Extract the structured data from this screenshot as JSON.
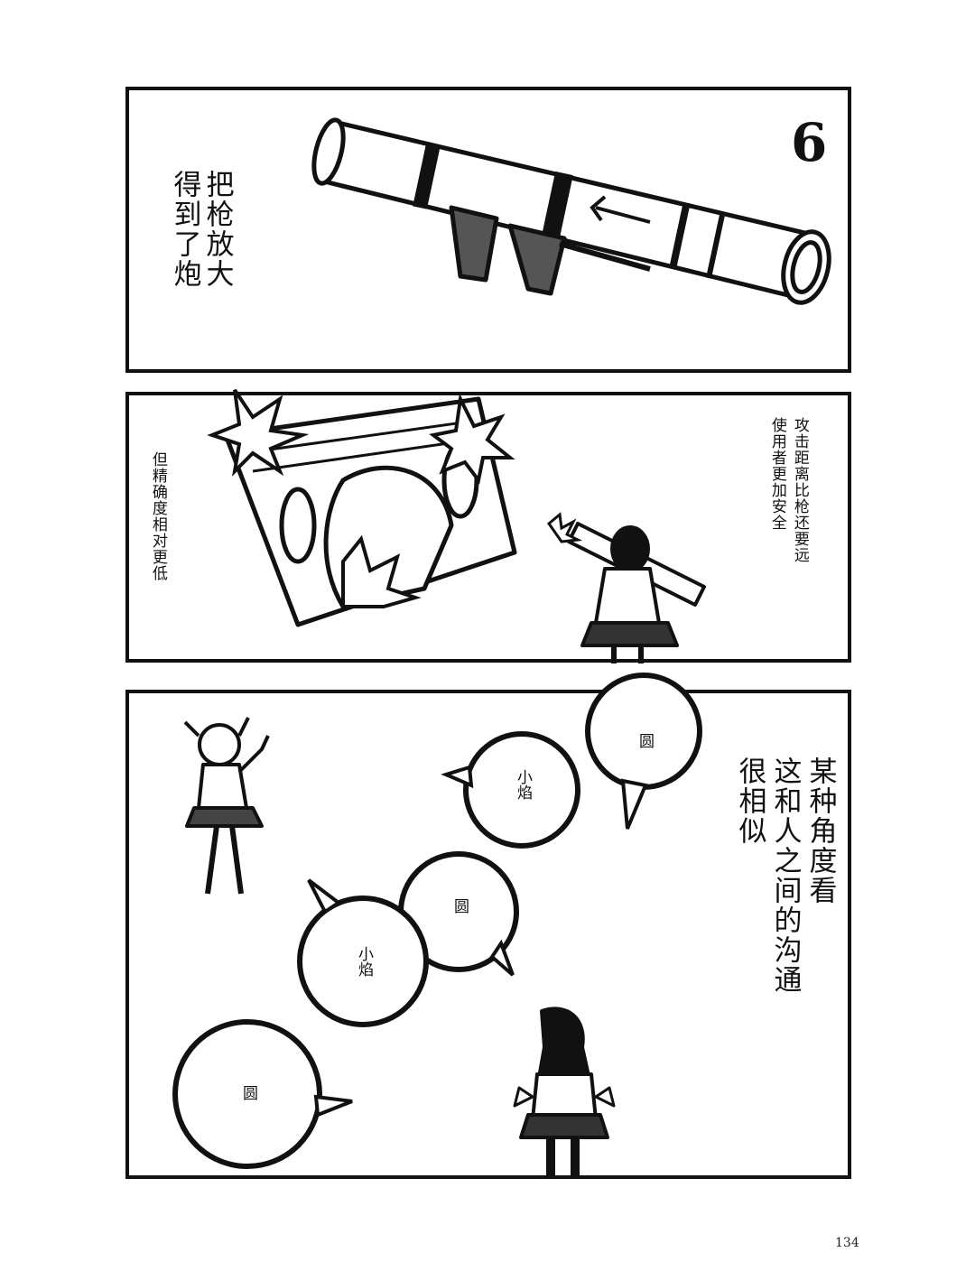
{
  "panel1": {
    "chapter_number": "6",
    "caption": [
      "把枪放大",
      "得到了炮"
    ]
  },
  "panel2": {
    "caption_right": [
      "攻击距离比枪还要远",
      "使用者更加安全"
    ],
    "caption_left": "但精确度相对更低"
  },
  "panel3": {
    "caption": [
      "某种角度看",
      "这和人之间的沟通",
      "很相似"
    ],
    "bubbles": [
      "圆",
      "小焰",
      "圆",
      "小焰",
      "圆"
    ]
  },
  "page_number": "134"
}
